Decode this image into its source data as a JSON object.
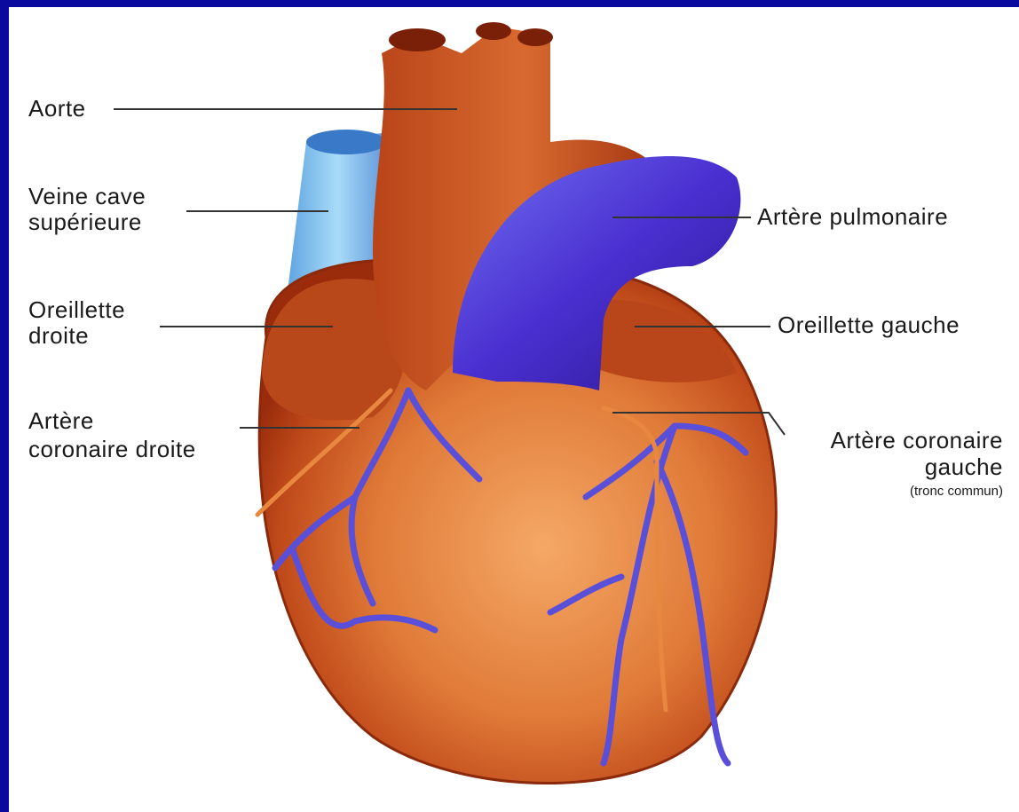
{
  "labels": {
    "aorte": "Aorte",
    "veine_cave_1": "Veine cave",
    "veine_cave_2": "supérieure",
    "oreillette_droite_1": "Oreillette",
    "oreillette_droite_2": "droite",
    "artere_coronaire_droite_1": "Artère",
    "artere_coronaire_droite_2": "coronaire droite",
    "artere_pulmonaire": "Artère pulmonaire",
    "oreillette_gauche": "Oreillette gauche",
    "artere_coronaire_gauche_1": "Artère coronaire",
    "artere_coronaire_gauche_2": "gauche",
    "tronc_commun": "(tronc commun)"
  },
  "colors": {
    "frame": "#0a0a9e",
    "background": "#ffffff",
    "heart_dark": "#a8320c",
    "heart_mid": "#c8501a",
    "heart_light": "#f09a55",
    "vessel_blue": "#4a2fd0",
    "vein_light_blue": "#8cc8f0",
    "leader_line": "#333333"
  }
}
